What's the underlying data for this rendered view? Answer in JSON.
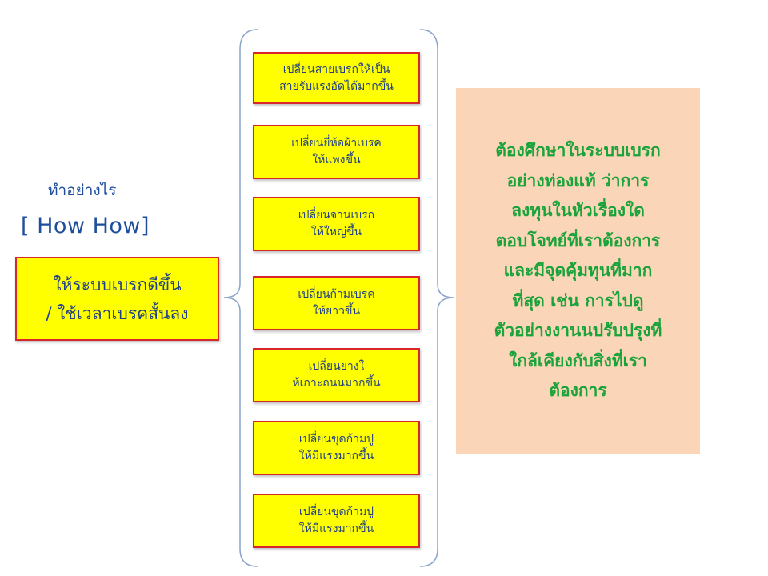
{
  "left": {
    "subtitle": "ทำอย่างไร",
    "title": "[ How How]",
    "goal_lines": [
      "ให้ระบบเบรกดีขึ้น",
      "/ ใช้เวลาเบรคสั้นลง"
    ]
  },
  "options": [
    {
      "line1": "เปลี่ยนสายเบรกให้เป็น",
      "line2": "สายรับแรงอัดได้มากขึ้น"
    },
    {
      "line1": "เปลี่ยนยี่ห้อผ้าเบรค",
      "line2": "ให้แพงขึ้น"
    },
    {
      "line1": "เปลี่ยนจานเบรก",
      "line2": "ให้ใหญ่ขึ้น"
    },
    {
      "line1": "เปลี่ยนก้ามเบรค",
      "line2": "ให้ยาวขึ้น"
    },
    {
      "line1": "เปลี่ยนยางใ",
      "line2": "ห้เกาะถนนมากขึ้น"
    },
    {
      "line1": "เปลี่ยนขุดก้ามปู",
      "line2": "ให้มีแรงมากขึ้น"
    },
    {
      "line1": "เปลี่ยนขุดก้ามปู",
      "line2": "ให้มีแรงมากขึ้น"
    }
  ],
  "note": {
    "lines": [
      "ต้องศึกษาในระบบเบรก",
      "อย่างท่องแท้ ว่าการ",
      "ลงทุนในหัวเรื่องใด",
      "ตอบโจทย์ที่เราต้องการ",
      "และมีจุดคุ้มทุนที่มาก",
      "ที่สุด เช่น การไปดู",
      "ตัวอย่างงานนปรับปรุงที่",
      "ใกล้เคียงกับสิ่งที่เรา",
      "ต้องการ"
    ]
  },
  "colors": {
    "box_fill": "#ffff00",
    "box_border": "#d9262b",
    "box_text": "#1f3f87",
    "heading_text": "#1f4e9c",
    "note_fill": "#fbd5b8",
    "note_text": "#1aa33a",
    "bracket": "#8aa3c9"
  }
}
